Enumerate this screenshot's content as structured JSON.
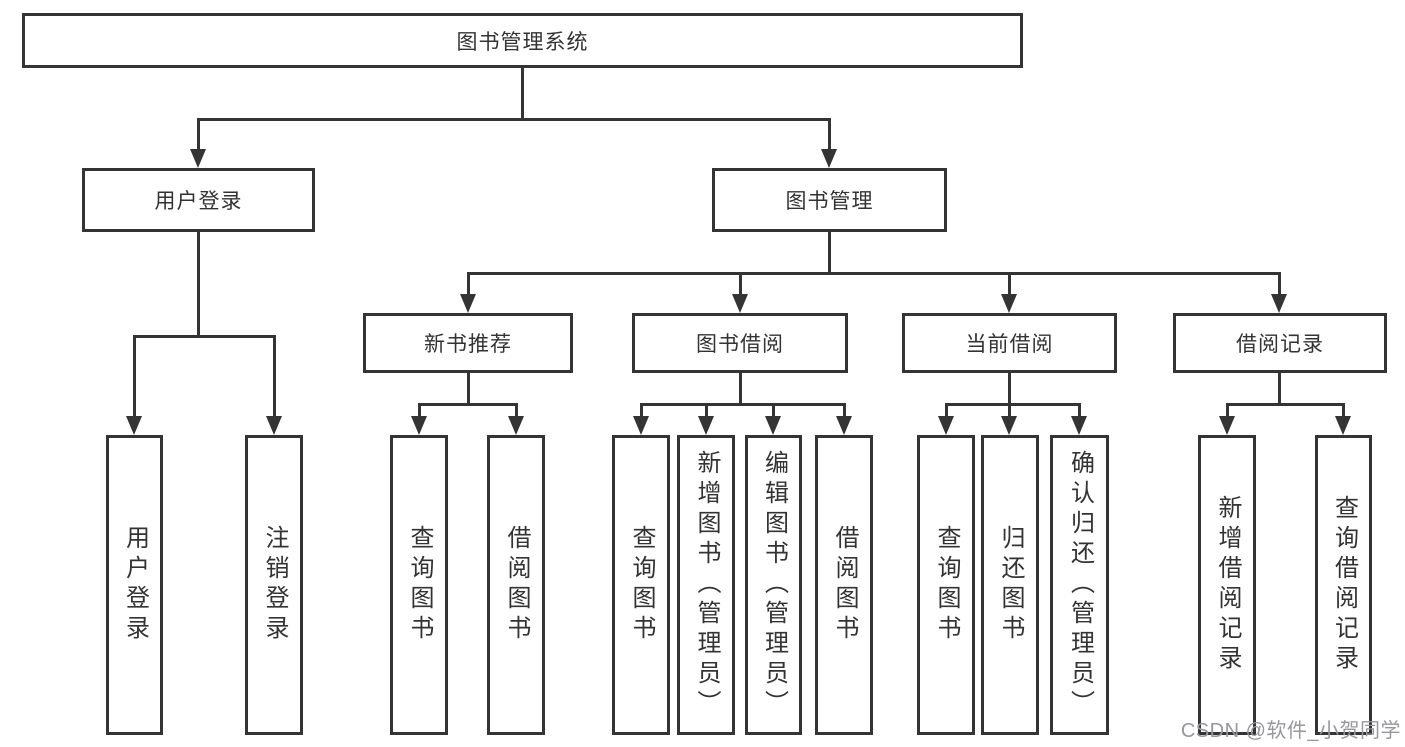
{
  "colors": {
    "line": "#343434",
    "text": "#333333",
    "watermark": "#97979c",
    "background": "#ffffff"
  },
  "nodes": {
    "root": "图书管理系统",
    "user_login": "用户登录",
    "book_management": "图书管理",
    "new_book_recommend": "新书推荐",
    "book_borrow": "图书借阅",
    "current_borrow": "当前借阅",
    "borrow_records": "借阅记录",
    "leaves": {
      "user_login": [
        "用户登录",
        "注销登录"
      ],
      "new_book_recommend": [
        "查询图书",
        "借阅图书"
      ],
      "book_borrow": [
        "查询图书",
        "新增图书（管理员）",
        "编辑图书（管理员）",
        "借阅图书"
      ],
      "current_borrow": [
        "查询图书",
        "归还图书",
        "确认归还（管理员）"
      ],
      "borrow_records": [
        "新增借阅记录",
        "查询借阅记录"
      ]
    }
  },
  "watermark": "CSDN @软件_小贺同学"
}
